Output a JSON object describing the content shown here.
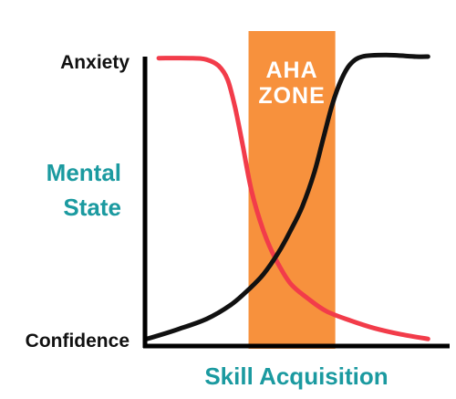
{
  "chart_data": {
    "type": "line",
    "title": "",
    "xlabel": "Skill Acquisition",
    "ylabel": [
      "Mental",
      "State"
    ],
    "y_ticks": [
      "Anxiety",
      "Confidence"
    ],
    "xlim": [
      0,
      10
    ],
    "ylim": [
      0,
      10
    ],
    "grid": false,
    "zone": {
      "label": [
        "AHA",
        "ZONE"
      ],
      "x_start": 3.4,
      "x_end": 6.3,
      "color": "#f7913d"
    },
    "series": [
      {
        "color": "#f23c4a",
        "x": [
          0.4,
          1.5,
          2.0,
          2.4,
          2.7,
          2.95,
          3.2,
          3.5,
          3.9,
          4.3,
          4.8,
          5.4,
          6.0,
          6.8,
          7.6,
          8.5,
          9.4
        ],
        "y": [
          9.3,
          9.3,
          9.25,
          9.05,
          8.6,
          7.7,
          6.5,
          5.0,
          3.7,
          2.8,
          2.0,
          1.5,
          1.1,
          0.8,
          0.55,
          0.35,
          0.2
        ]
      },
      {
        "color": "#111111",
        "x": [
          0,
          1.0,
          2.0,
          2.8,
          3.4,
          3.9,
          4.4,
          4.8,
          5.2,
          5.6,
          5.9,
          6.2,
          6.5,
          6.8,
          7.2,
          8.0,
          9.0,
          9.4
        ],
        "y": [
          0.2,
          0.5,
          0.85,
          1.3,
          1.8,
          2.3,
          3.0,
          3.7,
          4.5,
          5.6,
          6.7,
          7.8,
          8.6,
          9.1,
          9.35,
          9.4,
          9.35,
          9.35
        ]
      }
    ]
  }
}
